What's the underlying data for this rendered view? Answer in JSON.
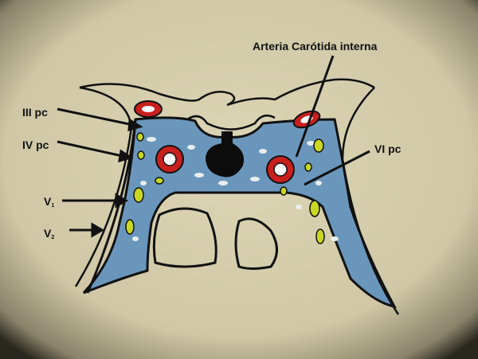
{
  "labels": {
    "carotid": "Arteria Carótida interna",
    "iii_pc": "III pc",
    "iv_pc": "IV pc",
    "v1_main": "V",
    "v1_sub": "1",
    "v2_main": "V",
    "v2_sub": "2",
    "vi_pc": "VI pc"
  },
  "colors": {
    "paper": "#d9d1b0",
    "sinus": "#5f8fb8",
    "artery": "#c8201c",
    "nerve": "#c8d820",
    "ink": "#111111"
  }
}
